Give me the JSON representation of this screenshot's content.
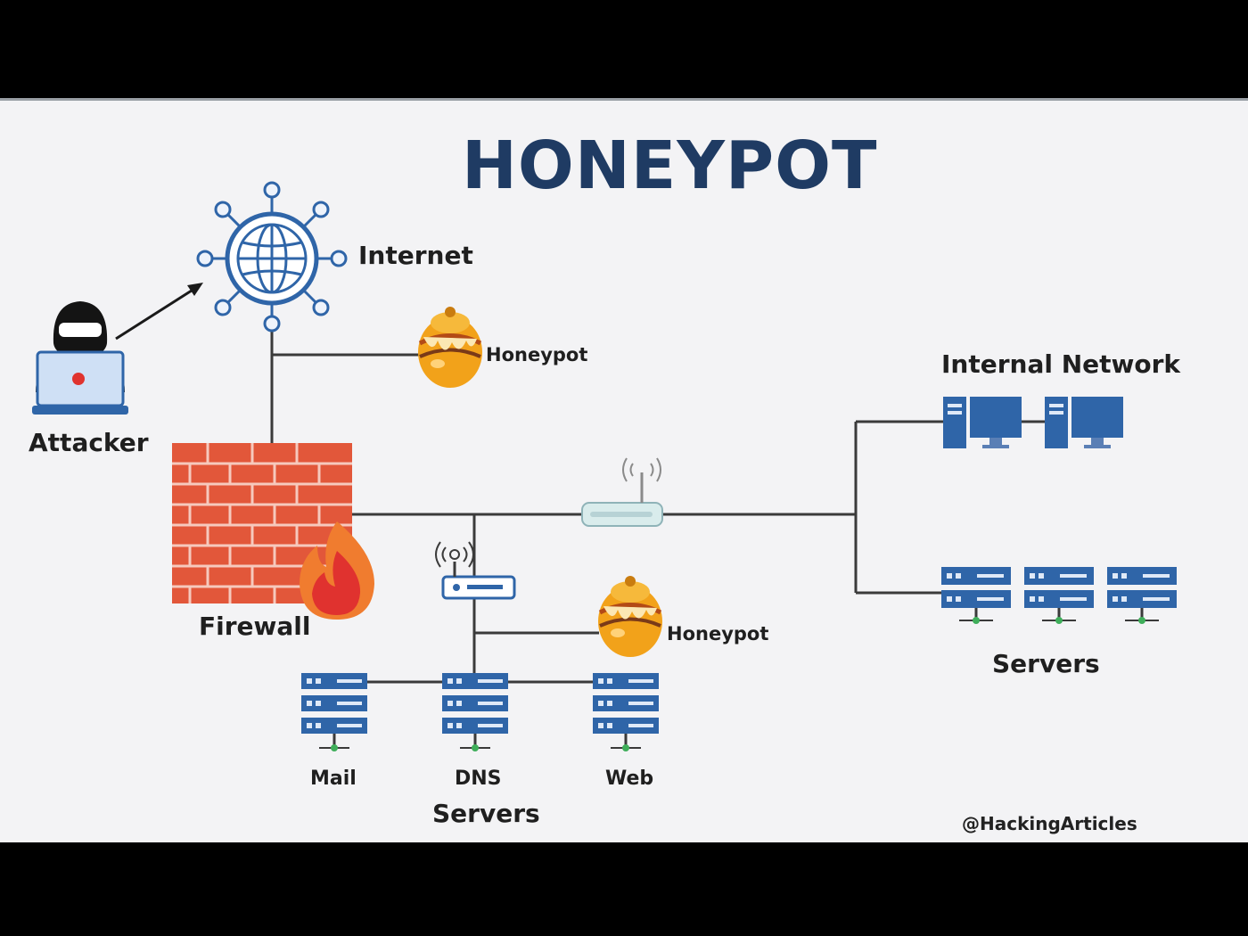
{
  "title": "HONEYPOT",
  "labels": {
    "internet": "Internet",
    "attacker": "Attacker",
    "honeypot_top": "Honeypot",
    "honeypot_bottom": "Honeypot",
    "firewall": "Firewall",
    "internal_network": "Internal Network",
    "servers_internal": "Servers",
    "mail": "Mail",
    "dns": "DNS",
    "web": "Web",
    "servers_dmz": "Servers"
  },
  "credit": "@HackingArticles",
  "colors": {
    "title": "#1f3b63",
    "network_blue": "#2f65a8",
    "brick": "#e2573a",
    "honey": "#f2a21a",
    "panel": "#f3f3f5",
    "lines": "#3a3a3a"
  },
  "icons": [
    "globe-icon",
    "attacker-icon",
    "laptop-icon",
    "honeypot-icon",
    "firewall-icon",
    "fire-icon",
    "router-icon",
    "wifi-icon",
    "desktop-icon",
    "server-rack-icon"
  ]
}
